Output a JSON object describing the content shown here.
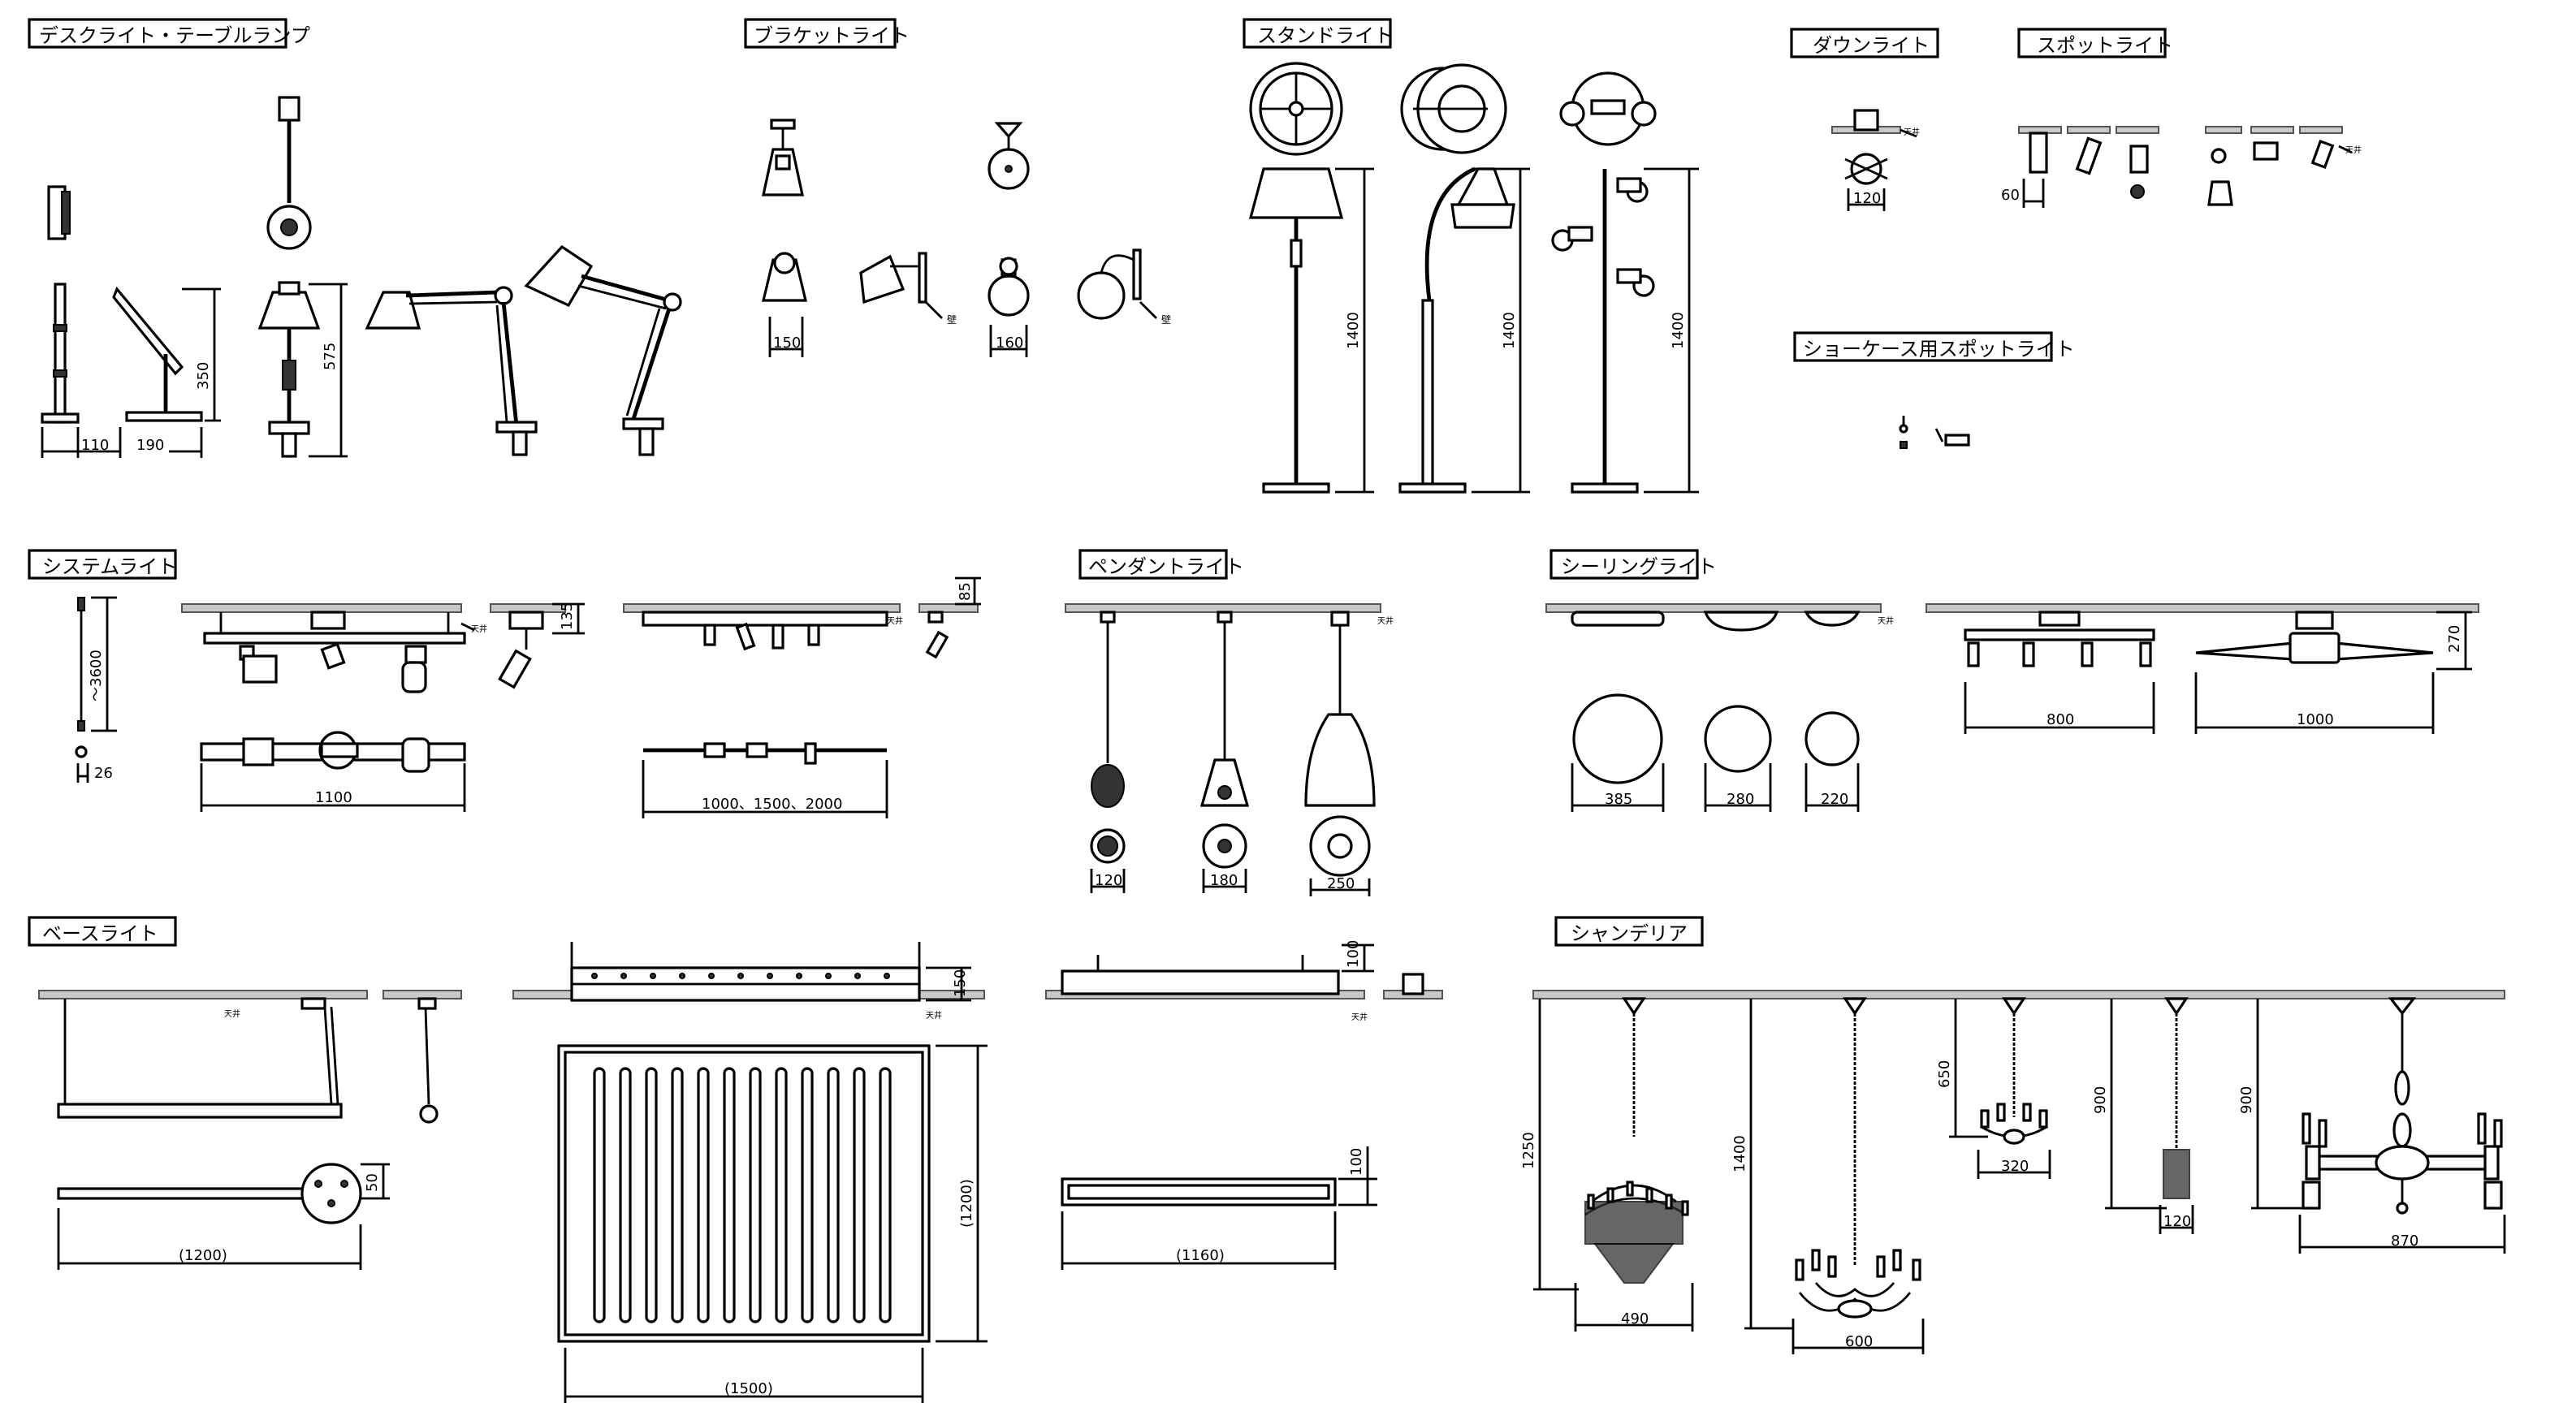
{
  "titles": {
    "desk": "デスクライト・テーブルランプ",
    "bracket": "ブラケットライト",
    "stand": "スタンドライト",
    "down": "ダウンライト",
    "spot": "スポットライト",
    "showcase": "ショーケース用スポットライト",
    "system": "システムライト",
    "pendant": "ペンダントライト",
    "ceiling": "シーリングライト",
    "base": "ベースライト",
    "chandelier": "シャンデリア"
  },
  "dims": {
    "desk_110": "110",
    "desk_190": "190",
    "desk_350": "350",
    "desk_575": "575",
    "bracket_150": "150",
    "bracket_160": "160",
    "stand_1400a": "1400",
    "stand_1400b": "1400",
    "stand_1400c": "1400",
    "down_120": "120",
    "spot_60": "60",
    "sys_3600": "～3600",
    "sys_26": "26",
    "sys_135": "135",
    "sys_1100": "1100",
    "sys_85": "85",
    "sys_rail": "1000、1500、2000",
    "pend_120": "120",
    "pend_180": "180",
    "pend_250": "250",
    "ceil_385": "385",
    "ceil_280": "280",
    "ceil_220": "220",
    "ceil_270": "270",
    "ceil_800": "800",
    "ceil_1000": "1000",
    "base_50": "50",
    "base_1200": "(1200)",
    "base_150": "150",
    "base_1200v": "(1200)",
    "base_1500": "(1500)",
    "base_100a": "100",
    "base_100b": "100",
    "base_1160": "(1160)",
    "ch_1250": "1250",
    "ch_490": "490",
    "ch_1400": "1400",
    "ch_600": "600",
    "ch_650": "650",
    "ch_320": "320",
    "ch_900a": "900",
    "ch_120": "120",
    "ch_900b": "900",
    "ch_870": "870"
  },
  "notes": {
    "wall": "壁",
    "ceiling": "天井"
  },
  "colors": {
    "ceiling": "#c8c8c8",
    "line": "#000000",
    "paper": "#ffffff"
  }
}
